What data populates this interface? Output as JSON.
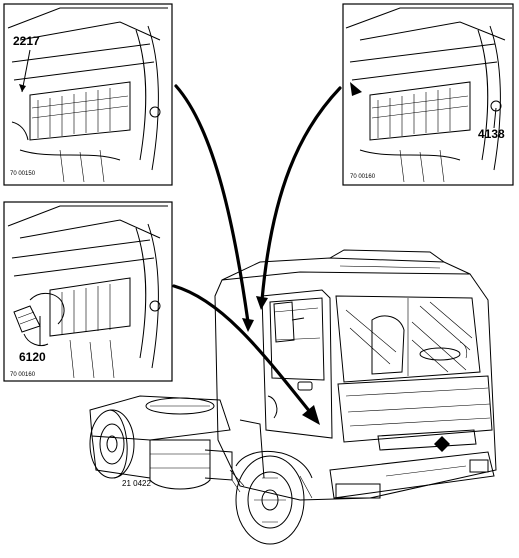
{
  "panels": {
    "top_left": {
      "callout": "2217",
      "ref": "70 00150"
    },
    "top_right": {
      "callout": "4138",
      "ref": "70 00160"
    },
    "middle_left": {
      "callout": "6120",
      "ref": "70 00160"
    }
  },
  "figure_ref": "21 0422"
}
